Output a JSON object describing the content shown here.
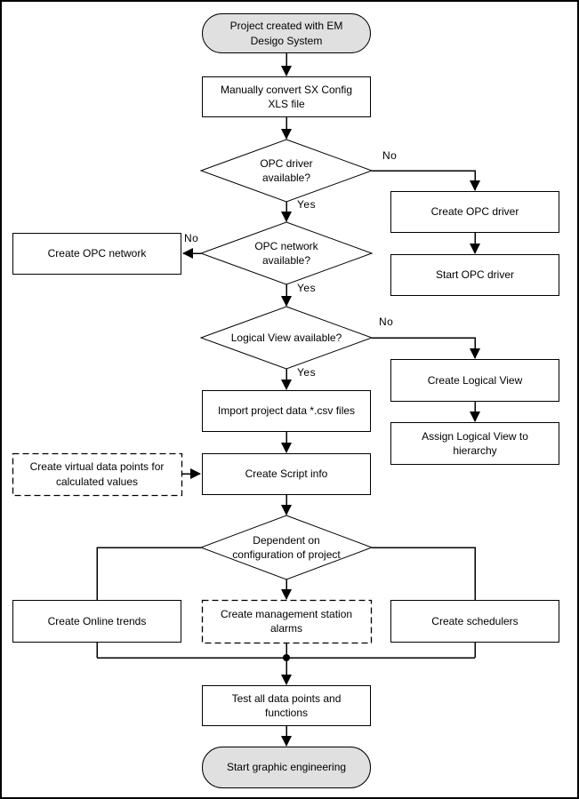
{
  "labels": {
    "yes": "Yes",
    "no": "No"
  },
  "colors": {
    "line": "#000000",
    "terminator_fill": "#e0e0e0",
    "node_fill": "#ffffff",
    "text": "#000000"
  },
  "nodes": {
    "start": {
      "label": "Project created with EM\nDesigo System",
      "type": "terminator"
    },
    "convert_xls": {
      "label": "Manually convert SX Config\nXLS file",
      "type": "process"
    },
    "opc_driver_available": {
      "label": "OPC driver\navailable?",
      "type": "decision"
    },
    "create_opc_driver": {
      "label": "Create OPC driver",
      "type": "process"
    },
    "start_opc_driver": {
      "label": "Start OPC driver",
      "type": "process"
    },
    "opc_network_available": {
      "label": "OPC network\navailable?",
      "type": "decision"
    },
    "create_opc_network": {
      "label": "Create OPC network",
      "type": "process"
    },
    "logical_view_available": {
      "label": "Logical View available?",
      "type": "decision"
    },
    "create_logical_view": {
      "label": "Create Logical View",
      "type": "process"
    },
    "assign_logical_view": {
      "label": "Assign Logical View to\nhierarchy",
      "type": "process"
    },
    "import_csv": {
      "label": "Import project data *.csv files",
      "type": "process"
    },
    "create_virtual_points": {
      "label": "Create virtual data points for\ncalculated values",
      "type": "process-optional-dashed"
    },
    "create_script_info": {
      "label": "Create Script info",
      "type": "process"
    },
    "dependent_on_config": {
      "label": "Dependent on\nconfiguration of project",
      "type": "decision"
    },
    "create_online_trends": {
      "label": "Create Online trends",
      "type": "process"
    },
    "create_mgmt_alarms": {
      "label": "Create management station\nalarms",
      "type": "process-optional-dashed"
    },
    "create_schedulers": {
      "label": "Create schedulers",
      "type": "process"
    },
    "test_data_points": {
      "label": "Test all data points and\nfunctions",
      "type": "process"
    },
    "end": {
      "label": "Start graphic engineering",
      "type": "terminator"
    }
  }
}
